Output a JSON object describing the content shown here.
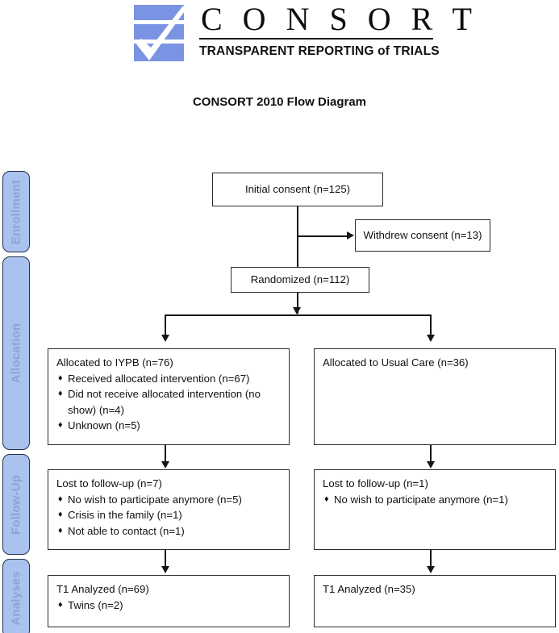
{
  "logo": {
    "mark_name": "consort-logo-mark",
    "wordmark": "C O N S O R T",
    "tagline": "TRANSPARENT REPORTING of TRIALS",
    "mark_color": "#7b93e3",
    "check_color": "#ffffff"
  },
  "title": "CONSORT 2010 Flow Diagram",
  "phases": [
    {
      "label": "Enrollment"
    },
    {
      "label": "Allocation"
    },
    {
      "label": "Follow-Up"
    },
    {
      "label": "Analyses"
    }
  ],
  "phase_colors": {
    "fill": "#a9c2ee",
    "border": "#24324a",
    "text": "#8aa5d6"
  },
  "boxes": {
    "initial_consent": {
      "title": "Initial consent (n=125)",
      "items": []
    },
    "withdrew_consent": {
      "title": "Withdrew consent (n=13)",
      "items": []
    },
    "randomized": {
      "title": "Randomized (n=112)",
      "items": []
    },
    "allocated_iypb": {
      "title": "Allocated to IYPB (n=76)",
      "items": [
        "Received allocated intervention (n=67)",
        "Did not receive allocated intervention (no show) (n=4)",
        "Unknown (n=5)"
      ]
    },
    "allocated_usual_care": {
      "title": "Allocated to Usual Care (n=36)",
      "items": []
    },
    "lost_followup_left": {
      "title": "Lost to follow-up (n=7)",
      "items": [
        "No wish to participate anymore (n=5)",
        "Crisis in the family (n=1)",
        "Not able to contact (n=1)"
      ]
    },
    "lost_followup_right": {
      "title": "Lost to follow-up (n=1)",
      "items": [
        "No wish to participate anymore (n=1)"
      ]
    },
    "analyzed_left": {
      "title": "T1 Analyzed  (n=69)",
      "items": [
        "Twins (n=2)"
      ]
    },
    "analyzed_right": {
      "title": "T1 Analyzed  (n=35)",
      "items": []
    }
  },
  "bullet_glyph": "♦",
  "line_color": "#151515"
}
